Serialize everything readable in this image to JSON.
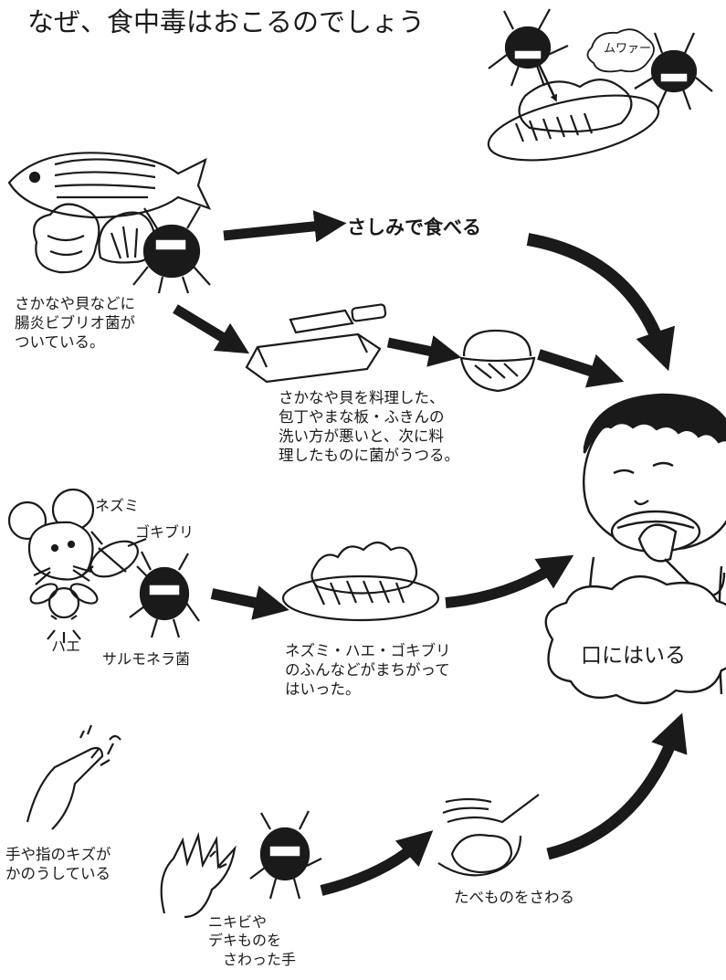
{
  "title": "なぜ、食中毒はおこるのでしょう",
  "labels": {
    "bubble_mutto": "ムワァー",
    "seafood_caption": "さかなや貝などに\n腸炎ビブリオ菌が\nついている。",
    "sashimi_label": "さしみで食べる",
    "kitchen_caption": "さかなや貝を料理した、\n包丁やまな板・ふきんの\n洗い方が悪いと、次に料\n理したものに菌がうつる。",
    "rat": "ネズミ",
    "cockroach": "ゴキブリ",
    "fly": "ハエ",
    "salmonella": "サルモネラ菌",
    "pest_caption": "ネズミ・ハエ・ゴキブリ\nのふんなどがまちがって\nはいった。",
    "mouth_cloud": "口にはいる",
    "injured_finger_caption": "手や指のキズが\nかのうしている",
    "dirty_hand_caption": "ニキビや\nデキものを\n　さわった手",
    "touch_food_caption": "たべものをさわる"
  },
  "colors": {
    "ink": "#1a1a1a",
    "paper": "#ffffff"
  }
}
